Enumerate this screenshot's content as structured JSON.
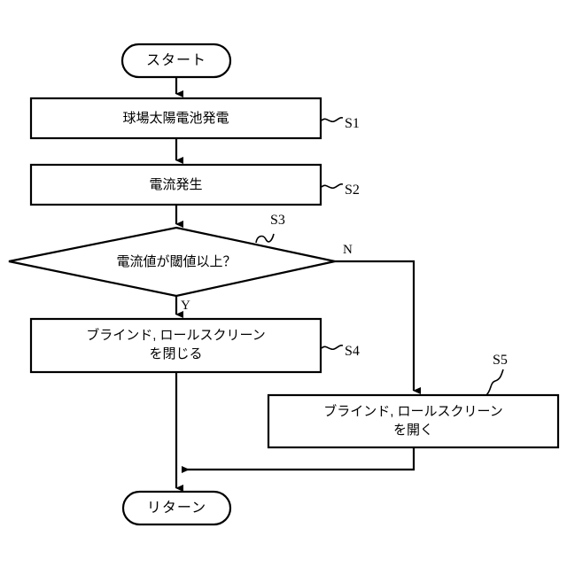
{
  "diagram": {
    "type": "flowchart",
    "language": "ja",
    "nodes": {
      "start": {
        "label": "スタート",
        "shape": "terminator"
      },
      "s1": {
        "label": "球場太陽電池発電",
        "shape": "process",
        "step": "S1"
      },
      "s2": {
        "label": "電流発生",
        "shape": "process",
        "step": "S2"
      },
      "s3": {
        "label": "電流値が閾値以上？",
        "shape": "decision",
        "step": "S3"
      },
      "s4": {
        "label": "ブラインド, ロールスクリーン\nを閉じる",
        "shape": "process",
        "step": "S4"
      },
      "s5": {
        "label": "ブラインド, ロールスクリーン\nを開く",
        "shape": "process",
        "step": "S5"
      },
      "return": {
        "label": "リターン",
        "shape": "terminator"
      }
    },
    "branch_labels": {
      "yes": "Y",
      "no": "N"
    },
    "step_labels": {
      "s1": "S1",
      "s2": "S2",
      "s3": "S3",
      "s4": "S4",
      "s5": "S5"
    },
    "colors": {
      "stroke": "#000000",
      "fill": "#ffffff",
      "background": "#ffffff"
    }
  }
}
